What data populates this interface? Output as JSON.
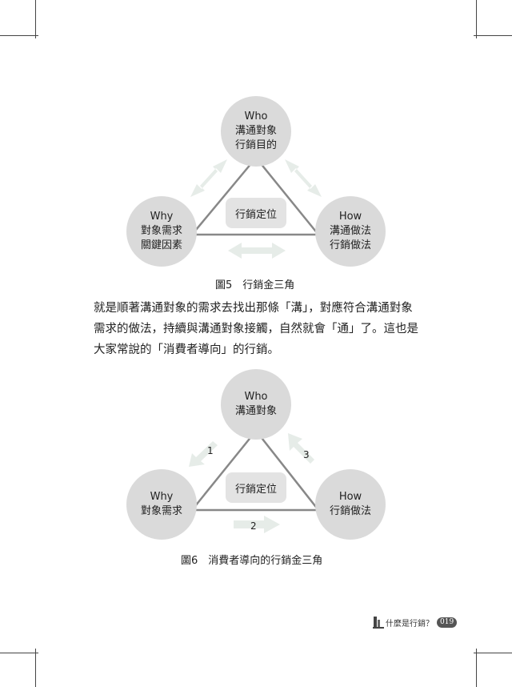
{
  "fig5": {
    "top": [
      "Who",
      "溝通對象",
      "行銷目的"
    ],
    "left": [
      "Why",
      "對象需求",
      "關鍵因素"
    ],
    "right": [
      "How",
      "溝通做法",
      "行銷做法"
    ],
    "center": "行銷定位",
    "caption": "圖5　行銷金三角"
  },
  "paragraph": [
    "就是順著溝通對象的需求去找出那條「溝」，對應符合溝通對象",
    "需求的做法，持續與溝通對象接觸，自然就會「通」了。這也是",
    "大家常說的「消費者導向」的行銷。"
  ],
  "fig6": {
    "top": [
      "Who",
      "溝通對象"
    ],
    "left": [
      "Why",
      "對象需求"
    ],
    "right": [
      "How",
      "行銷做法"
    ],
    "center": "行銷定位",
    "arrow_labels": [
      "1",
      "2",
      "3"
    ],
    "caption": "圖6　消費者導向的行銷金三角"
  },
  "footer": {
    "text": "什麼是行銷？",
    "page": "019"
  }
}
